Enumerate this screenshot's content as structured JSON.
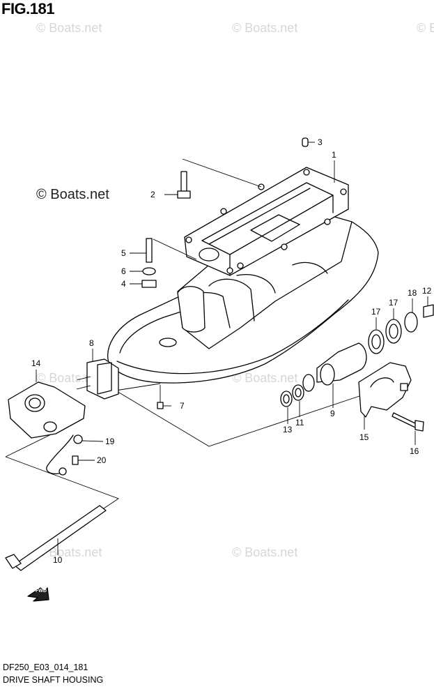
{
  "figure": {
    "title": "FIG.181",
    "code": "DF250_E03_014_181",
    "name": "DRIVE SHAFT HOUSING"
  },
  "watermarks": {
    "text": "© Boats.net",
    "prominent": "© Boats.net"
  },
  "callouts": [
    "1",
    "2",
    "3",
    "4",
    "5",
    "6",
    "7",
    "8",
    "9",
    "10",
    "11",
    "12",
    "13",
    "14",
    "15",
    "16",
    "17",
    "17",
    "18",
    "19",
    "20"
  ],
  "fwd_label": "FWD"
}
